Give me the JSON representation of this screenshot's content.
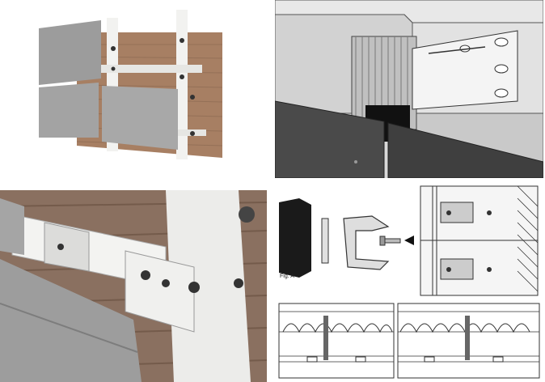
{
  "collage": {
    "panels": [
      {
        "name": "facade-panel-render",
        "label": ""
      },
      {
        "name": "bracket-corner-drawing",
        "label": ""
      },
      {
        "name": "rail-closeup-photo",
        "label": ""
      },
      {
        "name": "technical-section-drawing",
        "label": "Fig. A"
      }
    ]
  }
}
